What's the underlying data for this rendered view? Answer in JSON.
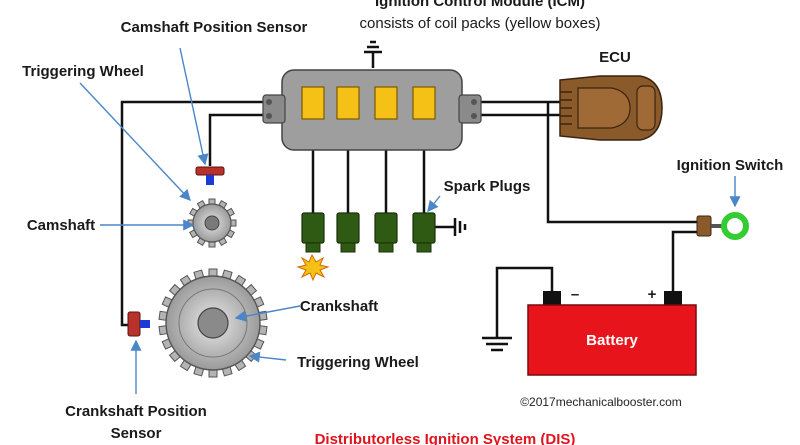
{
  "labels": {
    "icm_title": "Ignition Control Module (ICM)",
    "icm_sub": "consists of coil packs (yellow boxes)",
    "ecu": "ECU",
    "camshaft_sensor": "Camshaft Position Sensor",
    "triggering_wheel_top": "Triggering Wheel",
    "camshaft": "Camshaft",
    "spark_plugs": "Spark Plugs",
    "ignition_switch": "Ignition Switch",
    "crankshaft": "Crankshaft",
    "triggering_wheel_bottom": "Triggering Wheel",
    "crankshaft_sensor_line1": "Crankshaft Position",
    "crankshaft_sensor_line2": "Sensor",
    "battery": "Battery",
    "battery_minus": "–",
    "battery_plus": "+",
    "copyright": "©2017mechanicalbooster.com",
    "title": "Distributorless Ignition System (DIS)"
  },
  "colors": {
    "module": "#9e9e9e",
    "coil_pack": "#f5c116",
    "ecu": "#8a5a2b",
    "spark_plug": "#2f5a14",
    "battery": "#e8141c",
    "sensor_body": "#b8312a",
    "sensor_tip": "#1b3bd6",
    "switch_ring": "#33cc33",
    "arrow": "#4a86c8",
    "title": "#e0141e"
  }
}
